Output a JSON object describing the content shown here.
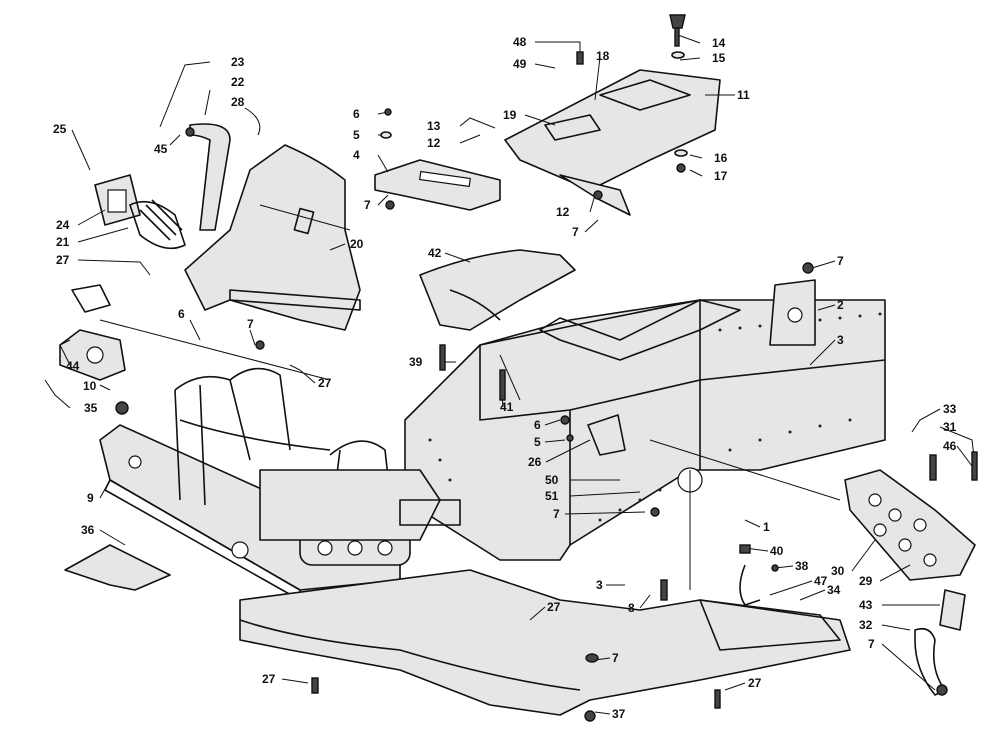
{
  "diagram": {
    "labels": [
      {
        "id": "l23",
        "text": "23"
      },
      {
        "id": "l22",
        "text": "22"
      },
      {
        "id": "l28",
        "text": "28"
      },
      {
        "id": "l25",
        "text": "25"
      },
      {
        "id": "l45",
        "text": "45"
      },
      {
        "id": "l24",
        "text": "24"
      },
      {
        "id": "l21",
        "text": "21"
      },
      {
        "id": "l27a",
        "text": "27"
      },
      {
        "id": "l20",
        "text": "20"
      },
      {
        "id": "l44",
        "text": "44"
      },
      {
        "id": "l6a",
        "text": "6"
      },
      {
        "id": "l7a",
        "text": "7"
      },
      {
        "id": "l27b",
        "text": "27"
      },
      {
        "id": "l10",
        "text": "10"
      },
      {
        "id": "l35",
        "text": "35"
      },
      {
        "id": "l9",
        "text": "9"
      },
      {
        "id": "l36",
        "text": "36"
      },
      {
        "id": "l6b",
        "text": "6"
      },
      {
        "id": "l5a",
        "text": "5"
      },
      {
        "id": "l4",
        "text": "4"
      },
      {
        "id": "l7b",
        "text": "7"
      },
      {
        "id": "l13",
        "text": "13"
      },
      {
        "id": "l12a",
        "text": "12"
      },
      {
        "id": "l48",
        "text": "48"
      },
      {
        "id": "l49",
        "text": "49"
      },
      {
        "id": "l18",
        "text": "18"
      },
      {
        "id": "l19",
        "text": "19"
      },
      {
        "id": "l14",
        "text": "14"
      },
      {
        "id": "l15",
        "text": "15"
      },
      {
        "id": "l11",
        "text": "11"
      },
      {
        "id": "l16",
        "text": "16"
      },
      {
        "id": "l17",
        "text": "17"
      },
      {
        "id": "l12b",
        "text": "12"
      },
      {
        "id": "l7c",
        "text": "7"
      },
      {
        "id": "l42",
        "text": "42"
      },
      {
        "id": "l39",
        "text": "39"
      },
      {
        "id": "l7d",
        "text": "7"
      },
      {
        "id": "l2",
        "text": "2"
      },
      {
        "id": "l3a",
        "text": "3"
      },
      {
        "id": "l41",
        "text": "41"
      },
      {
        "id": "l6c",
        "text": "6"
      },
      {
        "id": "l5b",
        "text": "5"
      },
      {
        "id": "l26",
        "text": "26"
      },
      {
        "id": "l50",
        "text": "50"
      },
      {
        "id": "l51",
        "text": "51"
      },
      {
        "id": "l7e",
        "text": "7"
      },
      {
        "id": "l1",
        "text": "1"
      },
      {
        "id": "l33",
        "text": "33"
      },
      {
        "id": "l31",
        "text": "31"
      },
      {
        "id": "l46",
        "text": "46"
      },
      {
        "id": "l40",
        "text": "40"
      },
      {
        "id": "l38",
        "text": "38"
      },
      {
        "id": "l47",
        "text": "47"
      },
      {
        "id": "l30",
        "text": "30"
      },
      {
        "id": "l29",
        "text": "29"
      },
      {
        "id": "l3b",
        "text": "3"
      },
      {
        "id": "l8",
        "text": "8"
      },
      {
        "id": "l34",
        "text": "34"
      },
      {
        "id": "l43",
        "text": "43"
      },
      {
        "id": "l27c",
        "text": "27"
      },
      {
        "id": "l32",
        "text": "32"
      },
      {
        "id": "l7f",
        "text": "7"
      },
      {
        "id": "l7g",
        "text": "7"
      },
      {
        "id": "l27d",
        "text": "27"
      },
      {
        "id": "l27e",
        "text": "27"
      },
      {
        "id": "l37",
        "text": "37"
      }
    ]
  }
}
